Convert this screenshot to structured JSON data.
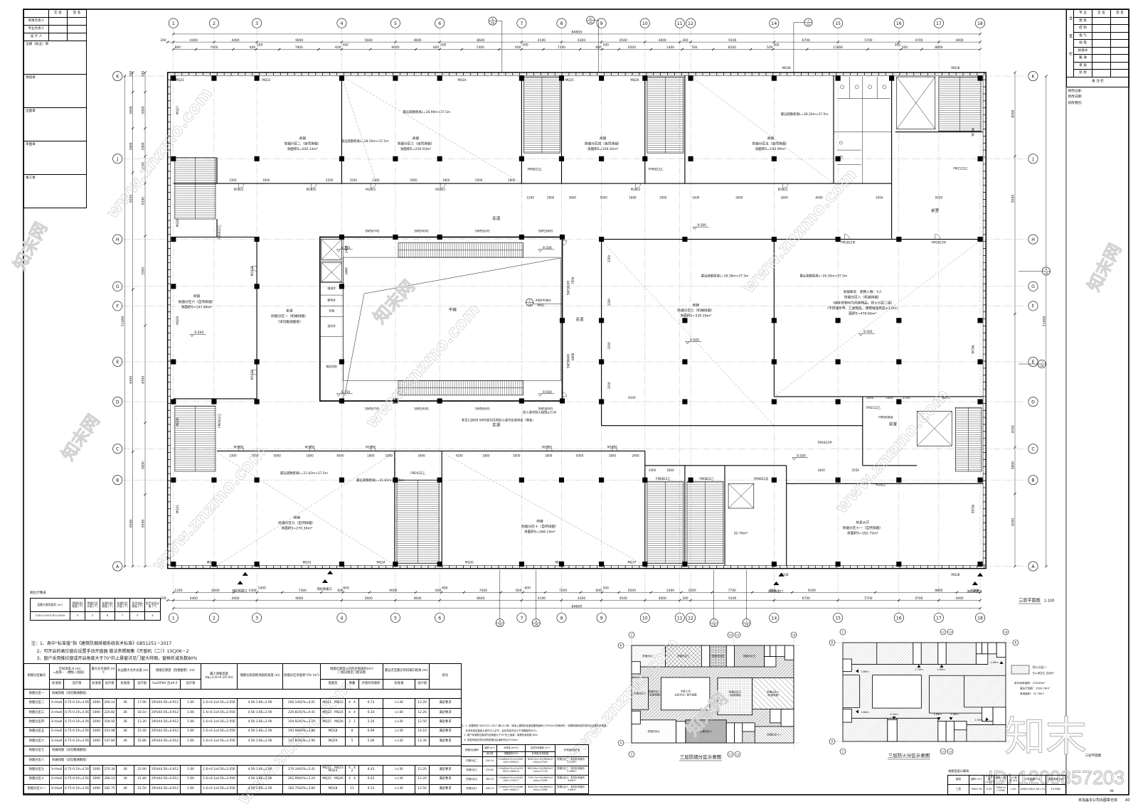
{
  "sheet": {
    "drawing_title": "三层平面图",
    "drawing_scale": "1:100",
    "strip_drawing_name": "三层平面图",
    "sheet_no": "08",
    "footer_note": "未加盖本公司出图章无效",
    "paper_size": "A0"
  },
  "title_block_left": {
    "col_headers": [
      "实 名",
      "签 名"
    ],
    "roles": [
      "项目负责人",
      "专业负责人",
      "设 计 人"
    ],
    "stamps": [
      "注册（执业）章",
      "预留章",
      "出图章",
      "审图章",
      "竣工章"
    ]
  },
  "title_block_right": {
    "side_label": "会签栏",
    "col_headers": [
      "专 业",
      "实 名",
      "签 名"
    ],
    "disciplines": [
      "建 筑",
      "结 构",
      "电 气",
      "弱 电",
      "给排水",
      "暖 通",
      "景 观",
      "装 修"
    ],
    "remarks_title": "备 注 栏",
    "remarks": [
      "修改记录：",
      "修改日期：",
      "修改原因："
    ]
  },
  "plan": {
    "axes_x": [
      "1",
      "2",
      "3",
      "4",
      "5",
      "6",
      "7",
      "8",
      "9",
      "10",
      "11",
      "12",
      "14",
      "15",
      "16",
      "17",
      "18"
    ],
    "axes_y": [
      "K",
      "J",
      "H",
      "G",
      "F",
      "E",
      "D",
      "C",
      "B",
      "A"
    ],
    "detail_refs": [
      {
        "num": "8",
        "sheet": "28"
      },
      {
        "num": "8",
        "sheet": "28"
      },
      {
        "num": "7",
        "sheet": "28"
      },
      {
        "num": "8",
        "sheet": "28"
      },
      {
        "num": "7",
        "sheet": "28"
      },
      {
        "num": "8",
        "sheet": "28"
      },
      {
        "num": "8",
        "sheet": "28"
      },
      {
        "num": "7",
        "sheet": "28"
      },
      {
        "num": "7",
        "sheet": "28"
      }
    ],
    "dims_total_h": "84800",
    "dims_total_v": "51400",
    "dims_axes": [
      "200",
      "4400",
      "4400",
      "9000",
      "5600",
      "4600",
      "8600",
      "4100",
      "4300",
      "4500",
      "4000",
      "300",
      "9100",
      "6700",
      "5700",
      "4700",
      "4400"
    ],
    "dims_top_detail": [
      "800",
      "7400",
      "600",
      "500",
      "7800",
      "600",
      "500",
      "9000",
      "600",
      "500",
      "7400",
      "600",
      "500",
      "7200",
      "600",
      "500",
      "6500",
      "1400",
      "700",
      "8200",
      "500",
      "300",
      "11800",
      "300",
      "500",
      "8800"
    ],
    "dims_bottom_detail": [
      "1200",
      "6400",
      "1000",
      "1000",
      "7400",
      "600",
      "600",
      "9000",
      "600",
      "600",
      "7400",
      "600",
      "600",
      "7200",
      "600",
      "500",
      "6500",
      "1400",
      "1000",
      "7700",
      "600",
      "9100",
      "8800",
      "1200"
    ],
    "dims_left_outer": [
      "200",
      "5600",
      "2900",
      "8500",
      "4300",
      "8500"
    ],
    "dims_left_inner": [
      "300",
      "5000",
      "2900",
      "1100",
      "8500",
      "3300",
      "4300",
      "3800",
      "8500"
    ],
    "dims_right": [
      "8500",
      "8500",
      "4700",
      "3800",
      "8500"
    ],
    "rooms": [
      {
        "lines": [
          "商铺",
          "防烟分区二（自然排烟）",
          "净面积S=200.14m²"
        ]
      },
      {
        "lines": [
          "商铺",
          "防烟分区三（自然排烟）",
          "净面积S=226.93m²"
        ]
      },
      {
        "lines": [
          "商铺",
          "防烟分区四（自然排烟）",
          "净面积S=104.92m²"
        ]
      },
      {
        "lines": [
          "商铺",
          "防烟分区五（自然排烟）",
          "净面积S=193.99m²"
        ]
      },
      {
        "lines": [
          "商铺",
          "防烟分区六（自然排烟）",
          "净面积S=147.84m²"
        ]
      },
      {
        "lines": [
          "走道",
          "防烟分区一（机械排烟）",
          "（详见暖通图纸）"
        ]
      },
      {
        "lines": [
          "商铺",
          "防烟分区七（机械排烟）",
          "净面积S=339.19m²"
        ]
      },
      {
        "lines": [
          "商铺库房　使用人数：5人",
          "防烟分区八（机械排烟）",
          "（储存货物均为丙类物品，防火分区二级）",
          "（不得储存甲、乙类物品，储物堆放高度≤3.0m）",
          "面积S=478.66m²"
        ]
      },
      {
        "lines": [
          "商铺",
          "防烟分区九（自然排烟）",
          "净面积S=270.34m²"
        ]
      },
      {
        "lines": [
          "商铺",
          "防烟分区十（自然排烟）",
          "净面积S=268.14m²"
        ]
      },
      {
        "lines": [
          "休息大厅",
          "防烟分区十一（自然排烟）",
          "净面积S=182.75m²"
        ]
      },
      {
        "lines": [
          "32.76m²"
        ]
      }
    ],
    "travel_distances": [
      "最远疏散距离L=28.99m<37.5m",
      "最远疏散距离L=28.50m<37.5m",
      "最远疏散距离L=28.20m<37.5m",
      "最远疏散距离L=28.38m<37.5m",
      "最远疏散距离L=26.30m<37.5m",
      "最远疏散距离L=21.82m<37.5m",
      "最远疏散距离L=21.82m<37.5m"
    ],
    "elevations": [
      "4.750",
      "4.750",
      "9.500",
      "9.500",
      "9.500",
      "9.500",
      "9.500",
      "9.500",
      "9.500"
    ],
    "space_labels": [
      "中庭",
      "走道",
      "走道",
      "走道",
      "前室",
      "前室"
    ],
    "service_rooms": [
      "强电井",
      "弱电井",
      "空调",
      "送风井",
      "服务用房"
    ],
    "fire_shutters": [
      "SWFJ4745",
      "SWFJ4045",
      "SWFJ6245",
      "SWFJ3845",
      "SWFJ4745",
      "SWFJ4045",
      "SWFJ6045",
      "SWFJ4045",
      "SWFJ6245",
      "SWFJ6045"
    ],
    "door_labels": [
      "M1822",
      "M1822",
      "M1822",
      "M1822",
      "M1822",
      "M1822",
      "FM0822乙",
      "FM0822乙",
      "FM2122乙",
      "FM1822甲",
      "FM1822甲",
      "M1822",
      "M1822",
      "FM2022乙",
      "FM2022乙",
      "M1822",
      "M1822",
      "M1822",
      "M1822",
      "M1822",
      "FM2422乙",
      "FM0822乙",
      "FM0822乙",
      "FM0821丙",
      "FM1822甲",
      "FM2122乙",
      "FM0608丙",
      "M1822"
    ],
    "wall_window_labels": [
      "MQ21",
      "MQ22",
      "MQ24",
      "MQ25",
      "MQ26",
      "MQ38",
      "MQ38",
      "MQ27",
      "MQ28",
      "MQ29",
      "MQ30",
      "MQ31",
      "MQ32",
      "MQ33",
      "MQ34",
      "MQ35",
      "MQ36",
      "MQ37",
      "MQ38",
      "MQ38",
      "MQ38",
      "MQ38",
      "MQ38"
    ],
    "inner_dims": [
      "2300",
      "1800",
      "2500",
      "2500",
      "2300",
      "5000",
      "1800",
      "5000",
      "1800",
      "1200",
      "2900",
      "3600",
      "5000",
      "1800",
      "2900",
      "3500",
      "5000",
      "1800",
      "4000",
      "2450",
      "9100",
      "2300",
      "1800",
      "5000",
      "1800",
      "4500",
      "1800",
      "1800",
      "3400",
      "4200",
      "1800",
      "5000",
      "1800",
      "5000",
      "1800",
      "2400",
      "1000",
      "1800",
      "3400",
      "3550",
      "6100",
      "2850",
      "1400",
      "2700",
      "6800",
      "2400",
      "2400",
      "7950",
      "6000",
      "3350",
      "3350",
      "3350",
      "3350"
    ],
    "annotations": [
      "参见12J609 SWFJ系列无机防火卷帘安装构造（侧装）",
      "防火卷帘耐火极限≥3.0h"
    ],
    "atrium_ref": {
      "num": "2",
      "sheet": "28",
      "line1": "中庭护栏做法",
      "line2": "（参见）"
    },
    "rescue_window_label": "消防救援口"
  },
  "smoke_table": {
    "notes": [
      "注：1、表中“标准值”指《建筑防烟排烟系统技术标准》GB51251－2017",
      "    2、可开启的高位窗应设置手动开窗器 做法参照图集《开窗机（二）》13CJ06－2",
      "    3、窗户采用推拉窗或开启角度大于70°的上悬窗详见门窗大样图，窗框折减系数80%"
    ],
    "header": {
      "zone_no": "防烟分区编号",
      "net_height": "空间净高 H (m)",
      "net_height_formula": "=层高－（楼板＋面层）",
      "max_area": "最大允许面积 (m²)",
      "max_length": "长边最大允许长度 (m)",
      "reservoir": "储烟仓厚度（挡烟垂壁）(m)",
      "clear_height": "最小清晰高度",
      "clear_height_formula": "Hq=1.6+0.1H (m)",
      "reservoir_bottom": "储烟仓底部距地面的高度 (m)",
      "two_percent": "防烟分区净面积*2% (m²)",
      "window_area": "储烟仓厚度以内的开窗面积(m²)",
      "window_area_note": "门窗详图见门窗详图",
      "distance": "最远点至最近的排烟口距离 (m)",
      "conclusion": "结论",
      "standard": "标准值",
      "design": "设计值",
      "reservoir_standard": "h≥20%H 且≥0.5",
      "window_type": "窗类型",
      "quantity": "数量",
      "effective_area": "开窗有效面积"
    },
    "rows": [
      {
        "zone": "防烟分区一",
        "mechanical": "机械排烟（详见暖通图纸）"
      },
      {
        "zone": "防烟分区二",
        "cells": [
          "3<H≤6",
          "4.75-0.19=4.56",
          "1000",
          "200.14",
          "36",
          "17.90",
          "20%X4.56=0.912",
          "1.66",
          "1.6+0.1x4.56=2.056",
          "4.56-1.66=2.90",
          "200.14X2%=4.01",
          "MQ21　MQ22",
          "4　4",
          "6.73",
          "L<30",
          "12.20",
          "满足要求"
        ]
      },
      {
        "zone": "防烟分区三",
        "cells": [
          "3<H≤6",
          "4.75-0.19=4.56",
          "1000",
          "220.82",
          "36",
          "18.10",
          "20%X4.56=0.912",
          "1.66",
          "1.6+0.1x4.56=2.056",
          "4.56-1.66=2.90",
          "220.82X2%=4.41",
          "MQ23　MQ24",
          "4　4",
          "6.34",
          "L<30",
          "12.20",
          "满足要求"
        ]
      },
      {
        "zone": "防烟分区四",
        "cells": [
          "3<H≤6",
          "4.75-0.19=4.56",
          "1000",
          "104.92",
          "36",
          "12.20",
          "20%X4.56=0.912",
          "1.66",
          "1.6+0.1x4.56=2.056",
          "4.56-1.66=2.90",
          "104.92X2%=2.10",
          "MQ25　MQ26",
          "2　1",
          "2.26",
          "L<30",
          "12.50",
          "满足要求"
        ]
      },
      {
        "zone": "防烟分区五",
        "cells": [
          "3<H≤6",
          "4.75-0.19=4.56",
          "1000",
          "193.98",
          "36",
          "15.40",
          "20%X4.56=0.912",
          "1.66",
          "1.6+0.1x4.56=2.056",
          "4.56-1.66=2.90",
          "193.98X2%=3.88",
          "MQ18",
          "8",
          "6.99",
          "L<30",
          "14.10",
          "满足要求"
        ]
      },
      {
        "zone": "防烟分区六",
        "cells": [
          "3<H≤6",
          "4.75-0.19=4.56",
          "1000",
          "147.84",
          "36",
          "16.80",
          "20%X4.56=0.912",
          "1.66",
          "1.6+0.1x4.56=2.056",
          "4.56-1.66=2.90",
          "147.84X2%=2.96",
          "MQ29",
          "5",
          "5.06",
          "L<30",
          "13.30",
          "满足要求"
        ]
      },
      {
        "zone": "防烟分区七",
        "mechanical": "机械排烟（详见暖通图纸）"
      },
      {
        "zone": "防烟分区八",
        "mechanical": "机械排烟（详见暖通图纸）"
      },
      {
        "zone": "防烟分区九",
        "cells": [
          "3<H≤6",
          "4.75-0.19=4.56",
          "1000",
          "270.34",
          "36",
          "22.90",
          "20%X4.56=0.912",
          "1.66",
          "1.6+0.1x4.56=2.056",
          "4.56-1.66=2.90",
          "270.34X2%=5.41",
          "MQ22　MQ23　MQ24",
          "4　4　2",
          "8.42",
          "L<30",
          "12.20",
          "满足要求"
        ]
      },
      {
        "zone": "防烟分区十",
        "cells": [
          "3<H≤6",
          "4.75-0.19=4.56",
          "1000",
          "268.14",
          "36",
          "21.80",
          "20%X4.56=0.912",
          "1.66",
          "1.6+0.1x4.56=2.056",
          "4.56-1.66=2.90",
          "261.99X2%=5.24",
          "MQ25　MQ26",
          "4　4",
          "6.45",
          "L<30",
          "12.20",
          "满足要求"
        ]
      },
      {
        "zone": "防烟分区十一",
        "cells": [
          "3<H≤6",
          "4.75-0.19=4.56",
          "1000",
          "182.75",
          "36",
          "21.50",
          "20%X4.56=0.912",
          "1.66",
          "1.6+0.1x4.56=2.056",
          "4.56-1.66=2.90",
          "182.75X2%=3.66",
          "MQ18",
          "11",
          "9.13",
          "L<30",
          "12.50",
          "满足要求"
        ]
      }
    ]
  },
  "makeup_air_table": {
    "notes": [
      "注：1. 依据规范 GB51251-2017 第4.5.4条：除地上建筑的走道或建筑面积小于500m²的房间外，设置排烟系统的场所应设置补风系统；",
      "      补风系统应直接从室外引入空气，且补风量不应小于排烟量的50%；",
      "    2. 窗户采用推拉窗或开启角度大于70°的上悬窗，窗框折减系数 80%",
      "    3. 本层采用自然补风的防烟分区面积均大于200m²"
    ],
    "headers": [
      "防烟分区编号",
      "面积 (m²)",
      "补风量 (m³/h)",
      "自然补风面积 (m²)",
      "补风面积设计值"
    ],
    "subheaders": [
      "",
      "设计值",
      "排烟量的50%",
      "补风量/补风风速",
      ""
    ],
    "rows": [
      [
        "防烟分区二",
        "200.14",
        "0.5x60(m³/h·m²)x200.14m²=6004.2",
        "6004.2(m³/h)/3600s/3(m/s)=0.549",
        "防烟分区二：有效补风面积：3.024m²"
      ],
      [
        "防烟分区三",
        "220.82",
        "0.5x60(m³/h·m²)x220.82m²=6624.6",
        "6624.6(m³/h)/3600s/3(m/s)=0.716",
        "防烟分区三：有效补风面积：3.168m²"
      ],
      [
        "防烟分区九",
        "264.19",
        "0.5x60(m³/h·m²)x264.19m²=7925.7",
        "7925.7(m³/h)/3600s/3(m/s)=0.856",
        "防烟分区九：有效补风面积：4.80m²"
      ],
      [
        "防烟分区十",
        "268.14",
        "0.5x60(m³/h·m²)x268.14m²=8044.2",
        "8044.2(m³/h)/3600s/3(m/s)=0.869",
        "防烟分区十：有效补风面积：2.89m²"
      ]
    ]
  },
  "toilet_table": {
    "title": "厕位计算表",
    "headers": [
      "层最大使用面积 (m²)",
      "男厕位标准值 (个)",
      "男厕位设计值 (个)",
      "女厕位标准值 (个)",
      "女厕位设计值 (个)",
      "洗手盆标准值 (个)",
      "洗手盆设计值 (个)"
    ],
    "row": [
      "1001<1915.87<2000",
      "3",
      "3",
      "6",
      "7",
      "3",
      "4"
    ]
  },
  "evacuation_table": {
    "title": "疏散宽度计算表",
    "headers": [
      "楼层",
      "面积 (m²)",
      "人员密度 (人/m²)",
      "疏散人数 (人)",
      "百人宽度 (m)",
      "计算宽度 (m)",
      "实际宽度 (m)"
    ],
    "row": [
      "三层",
      "3509.78",
      "0.45",
      "1580+5 =1585",
      "1.00",
      "1585/100x1.00=15.85m",
      "15.98m"
    ]
  },
  "smoke_zone_diagram": {
    "title": "三层防烟分区示意图",
    "axes": [
      "1",
      "12",
      "13",
      "18",
      "K",
      "A"
    ],
    "labels": [
      "防烟分区二",
      "防烟分区三",
      "防烟分区四",
      "防烟分区五",
      "防烟分区六",
      "防烟分区一",
      "（机械排烟）",
      "中庭上空",
      "分区详见一层平面图",
      "防烟分区七",
      "（机械排烟）",
      "防烟分区八",
      "（机械排烟）",
      "防烟分区九",
      "防烟分区十",
      "防烟分区十一"
    ]
  },
  "fire_zone_diagram": {
    "title": "三层防火分区示意图",
    "axes": [
      "1",
      "12",
      "13",
      "18",
      "K",
      "A",
      "K"
    ],
    "exit_widths": [
      "1.80m",
      "1.79m",
      "1.69m",
      "1.69m",
      "1.80m",
      "2.04m",
      "1.69m",
      "1.69m",
      "1.59m"
    ],
    "legend": {
      "name": "防火分区一",
      "area": "S=4021.20m²",
      "lines": [
        "其中库房面积：478.66m²",
        "营业厅面积：3509.78m²",
        "其他面积：32.76m²"
      ]
    }
  },
  "watermarks": {
    "site": "www.znzmo.com",
    "brand": "知末网",
    "logo": "知末",
    "id": "ID: 1200857203"
  }
}
